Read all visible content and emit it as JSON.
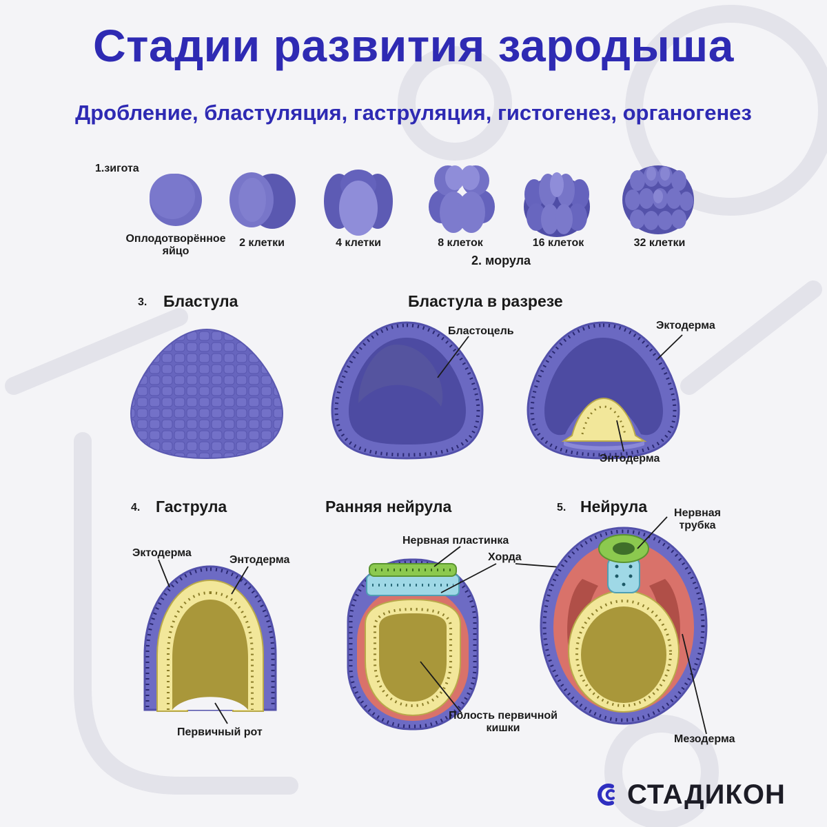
{
  "title": "Стадии развития зародыша",
  "subtitle": "Дробление, бластуляция, гаструляция, гистогенез, органогенез",
  "cleavage": {
    "stage_label": "1.зигота",
    "morula_label": "2. морула",
    "cells": [
      {
        "line1": "Оплодотворённое",
        "line2": "яйцо"
      },
      {
        "line1": "2 клетки"
      },
      {
        "line1": "4 клетки"
      },
      {
        "line1": "8 клеток"
      },
      {
        "line1": "16 клеток"
      },
      {
        "line1": "32 клетки"
      }
    ]
  },
  "blastula": {
    "num": "3.",
    "title": "Бластула",
    "section_title": "Бластула в разрезе",
    "blastocoel": "Бластоцель",
    "ectoderm": "Эктодерма",
    "endoderm": "Энтодерма"
  },
  "gastrula": {
    "num": "4.",
    "title": "Гаструла",
    "ectoderm": "Эктодерма",
    "endoderm": "Энтодерма",
    "primary_mouth": "Первичный рот"
  },
  "early_neurula": {
    "title": "Ранняя нейрула",
    "neural_plate": "Нервная пластинка",
    "chord": "Хорда",
    "gut_line1": "Полость первичной",
    "gut_line2": "кишки"
  },
  "neurula": {
    "num": "5.",
    "title": "Нейрула",
    "tube_line1": "Нервная",
    "tube_line2": "трубка",
    "mesoderm": "Мезодерма"
  },
  "brand": {
    "name": "СТАДИКОН"
  },
  "colors": {
    "title": "#2e2ab3",
    "ecto": "#6d6bc4",
    "endo": "#f2e79a",
    "meso": "#d9726a",
    "neural": "#8cc94f",
    "chord": "#9fd8e6",
    "gut": "#a9973a"
  }
}
